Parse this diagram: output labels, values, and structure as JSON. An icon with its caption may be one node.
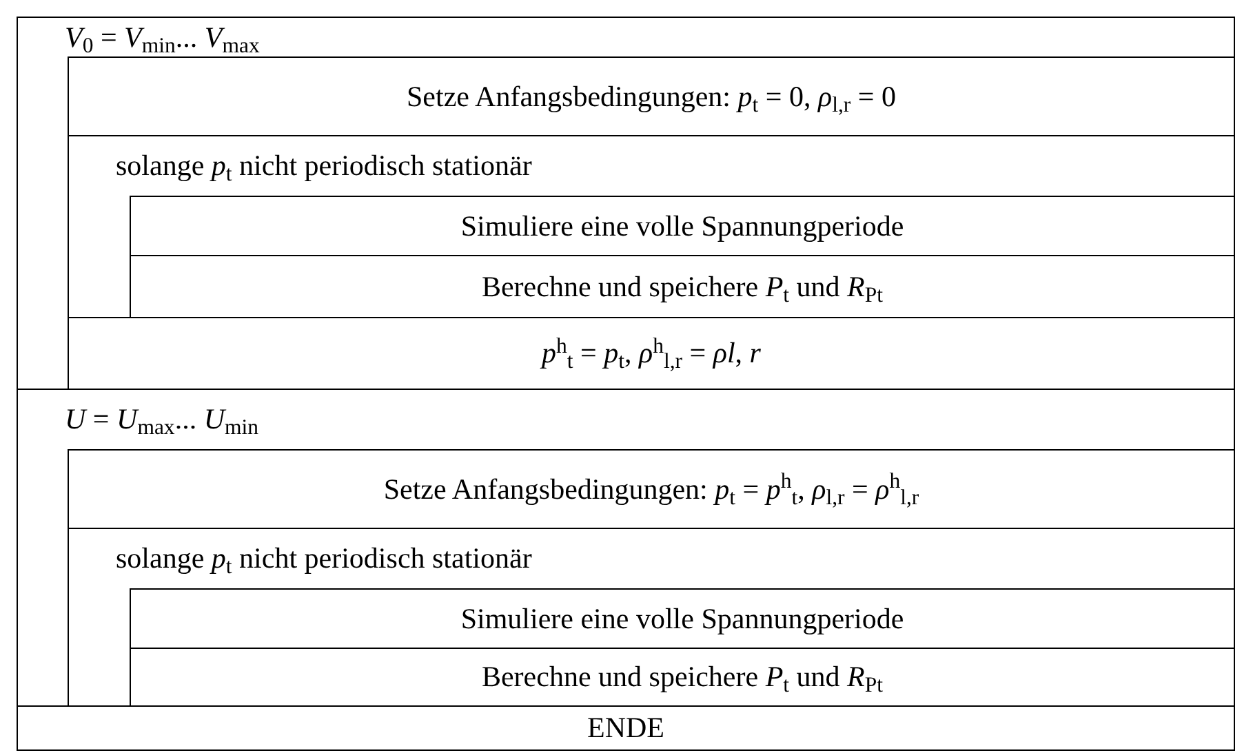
{
  "diagram": {
    "nodes": [
      {
        "text": [
          "*V*$_{0}$ = *V*$_{min}$... *V*$_{max}$"
        ]
      },
      {
        "text": [
          "Setze Anfangsbedingungen: *p*$_{t}$ = 0, *ρ*$_{l,r}$ = 0"
        ],
        "in": 0
      },
      {
        "text": [
          "solange *p*$_{t}$ nicht periodisch stationär"
        ],
        "in": 0
      },
      {
        "text": [
          "Simuliere eine volle Spannungperiode"
        ],
        "in": 2
      },
      {
        "text": [
          "Berechne und speichere *P*$_{t}$ und *R*$_{Pt}$"
        ],
        "in": 2
      },
      {
        "text": [
          "*p*$^{h}$$_{t}$ = *p*$_{t}$, *ρ*$^{h}$$_{l,r}$ = *ρl*, *r*"
        ],
        "in": 0
      },
      {
        "text": [
          "*U* = *U*$_{max}$... *U*$_{min}$"
        ]
      },
      {
        "text": [
          "Setze Anfangsbedingungen: *p*$_{t}$ = *p*$^{h}$$_{t}$, *ρ*$_{l,r}$ = *ρ*$^{h}$$_{l,r}$"
        ],
        "in": 6
      },
      {
        "text": [
          "solange *p*$_{t}$ nicht periodisch stationär"
        ],
        "in": 6
      },
      {
        "text": [
          "Simuliere eine volle Spannungperiode"
        ],
        "in": 8
      },
      {
        "text": [
          "Berechne und speichere *P*$_{t}$ und *R*$_{Pt}$"
        ],
        "in": 8
      },
      {
        "text": [
          "ENDE"
        ]
      }
    ]
  }
}
